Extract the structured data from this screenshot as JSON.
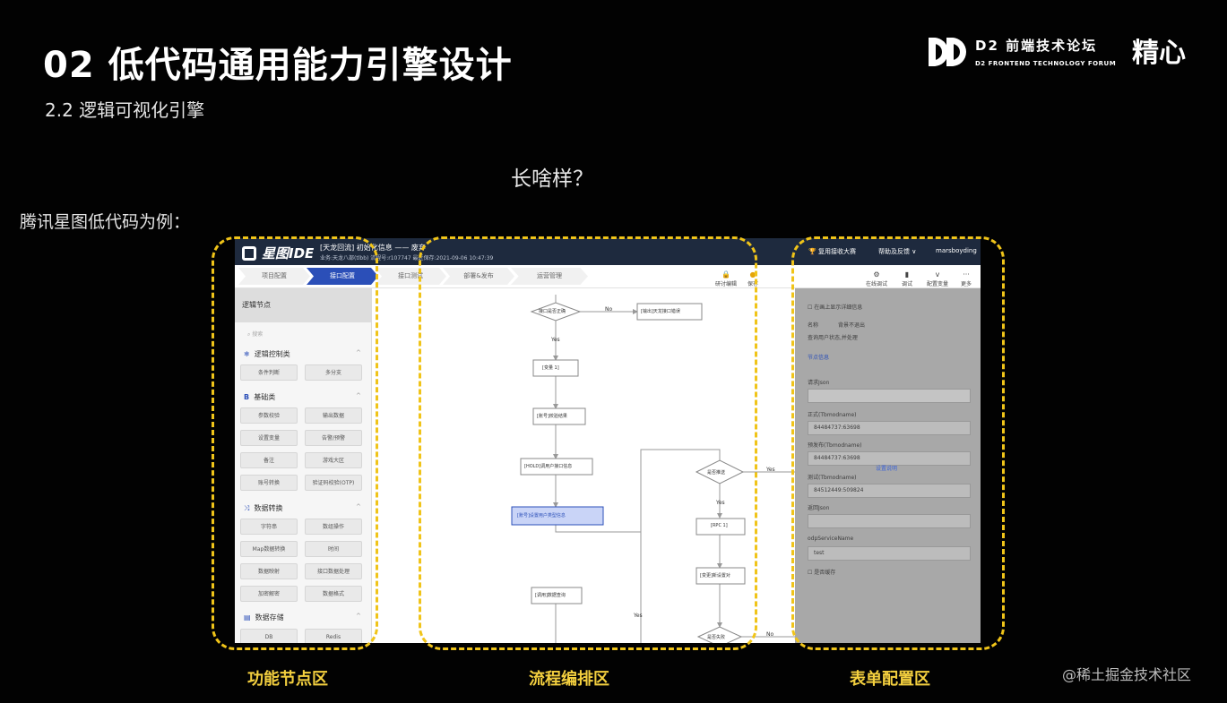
{
  "slide": {
    "title": "02 低代码通用能力引擎设计",
    "subtitle": "2.2 逻辑可视化引擎",
    "question": "长啥样？",
    "example": "腾讯星图低代码为例：",
    "logo_cn": "D2 前端技术论坛",
    "logo_en": "D2 FRONTEND TECHNOLOGY FORUM",
    "brand2": "精心",
    "watermark": "@稀土掘金技术社区",
    "zones": {
      "left": "功能节点区",
      "middle": "流程编排区",
      "right": "表单配置区"
    }
  },
  "ide": {
    "logo": "星图IDE",
    "project": "[天龙回流]  初始化信息 —— 废弃",
    "project_meta": "业务:天龙八部(tlbb)  流程号:r107747  最近保存:2021-09-06 10:47:39",
    "top_right": [
      "复用接收大赛",
      "帮助及反馈 ∨",
      "marsboyding"
    ],
    "steps": [
      "项目配置",
      "接口配置",
      "接口测试",
      "部署&发布",
      "运营管理"
    ],
    "active_step": 1,
    "tools_mid": [
      "研讨编辑",
      "保存"
    ],
    "tools_right": [
      "在线调试",
      "调试",
      "配置变量",
      "更多"
    ],
    "left_panel": {
      "header": "逻辑节点",
      "search": "搜索",
      "categories": [
        {
          "name": "逻辑控制类",
          "icon": "❄",
          "nodes": [
            "条件判断",
            "多分支"
          ]
        },
        {
          "name": "基础类",
          "icon": "B",
          "nodes": [
            "参数校验",
            "输出数据",
            "设置变量",
            "告警/预警",
            "备注",
            "游戏大区",
            "账号转换",
            "验证码校验(OTP)"
          ]
        },
        {
          "name": "数据转换",
          "icon": "⤨",
          "nodes": [
            "字符串",
            "数组操作",
            "Map数据转换",
            "时间",
            "数据映射",
            "接口数据处理",
            "加密解密",
            "数据格式"
          ]
        },
        {
          "name": "数据存储",
          "icon": "▤",
          "nodes": [
            "DB",
            "Redis"
          ]
        }
      ]
    },
    "flow": {
      "decision1": "接口是否正确",
      "no": "No",
      "yes": "Yes",
      "box_right": "[输出]天龙接口错误",
      "box1": "[变量 1]",
      "box2": "[账号]校验结果",
      "box3": "[HOLD]调用户接口信息",
      "box4": "[账号]设置用户类型信息",
      "decision2": "是否推送",
      "box5": "[RPC 1]",
      "box6": "[变更]新设置对",
      "box7": "[调用]数据查询",
      "decision3": "是否失败"
    },
    "right_panel": {
      "header": "在画上显示详细信息",
      "name_label": "名称",
      "name_value": "背景不退出",
      "desc": "查询用户状态,并处理",
      "tab": "节点信息",
      "f1": "请求Json",
      "f2": "正式(Tbmodname)",
      "v2": "84484737:63698",
      "f3": "预发布(Tbmodname)",
      "v3": "84484737:63698",
      "f4": "测试(Tbmodname)",
      "v4": "84512449:509824",
      "f5": "返回Json",
      "f6": "odpServiceName",
      "v6": "test",
      "f7": "是否缓存",
      "link": "设置说明"
    }
  }
}
